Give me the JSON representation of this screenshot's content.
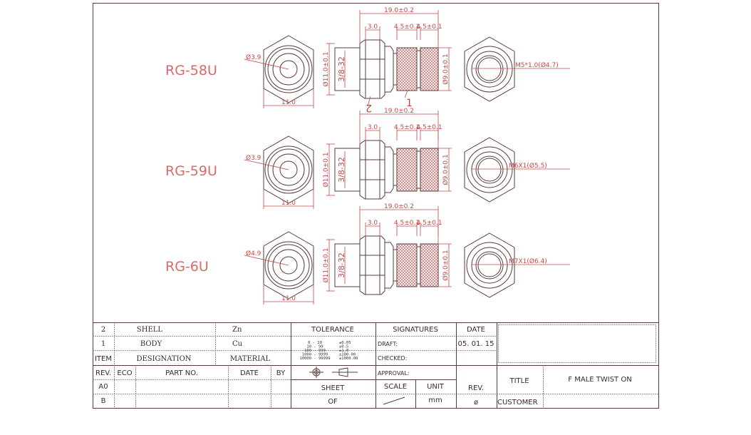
{
  "colors": {
    "line": "#5a3b3b",
    "dimension": "#c24848",
    "label": "#d96a6a"
  },
  "overall_length": "19.0±0.2",
  "dims": {
    "nut_width": "3.0",
    "knurl_1": "4.5±0.1",
    "knurl_2": "4.5±0.1",
    "outer_dia": "Ø11.0±0.1",
    "thread": "3/8-32",
    "knurl_dia": "Ø9.0±0.1",
    "hex_width": "11.0"
  },
  "callouts": {
    "part_1": "1",
    "part_2": "2"
  },
  "variants": [
    {
      "label": "RG-58U",
      "hole": "Ø3.9",
      "inner_thread": "M5*1.0(Ø4.7)"
    },
    {
      "label": "RG-59U",
      "hole": "Ø3.9",
      "inner_thread": "M6X1(Ø5.5)"
    },
    {
      "label": "RG-6U",
      "hole": "Ø4.9",
      "inner_thread": "M7X1(Ø6.4)"
    }
  ],
  "title_block": {
    "parts": [
      {
        "item": "2",
        "designation": "SHELL",
        "material": "Zn"
      },
      {
        "item": "1",
        "designation": "BODY",
        "material": "Cu"
      }
    ],
    "headers": {
      "item": "ITEM",
      "designation": "DESIGNATION",
      "material": "MATERIAL",
      "tolerance": "TOLERANCE",
      "signatures": "SIGNATURES",
      "date": "DATE"
    },
    "tolerances": [
      {
        "range": "0 - 10",
        "tol": "±0.05"
      },
      {
        "range": "10 - 99",
        "tol": "±0.5"
      },
      {
        "range": "100 - 999",
        "tol": "±1.0"
      },
      {
        "range": "1000 - 9999",
        "tol": "±100.00"
      },
      {
        "range": "10000 - 99999",
        "tol": "±1000.00"
      }
    ],
    "draft_label": "DRAFT:",
    "checked_label": "CHECKED:",
    "approval_label": "APPROVAL:",
    "draft_date": "05. 01. 15",
    "rev_headers": {
      "rev": "REV.",
      "eco": "ECO",
      "part_no": "PART NO.",
      "date": "DATE",
      "by": "BY"
    },
    "revs": [
      "A0",
      "B"
    ],
    "sheet_label": "SHEET",
    "of_label": "OF",
    "scale_label": "SCALE",
    "unit_label": "UNIT",
    "unit_value": "mm",
    "rev_label": "REV.",
    "rev_value": "ø",
    "title_label": "TITLE",
    "title_value": "F MALE TWIST ON",
    "customer_label": "CUSTOMER"
  }
}
